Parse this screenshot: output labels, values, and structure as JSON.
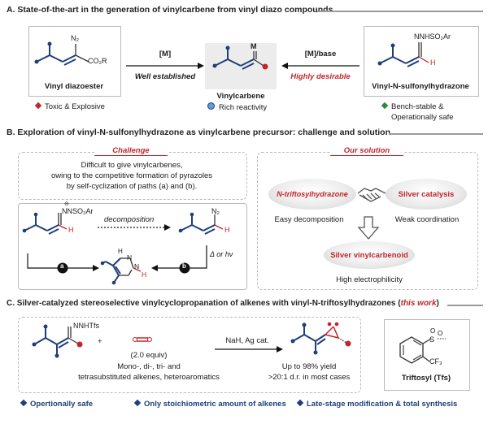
{
  "colors": {
    "navy": "#1f3f7a",
    "red": "#c0262c",
    "green": "#2e8b3e",
    "lightblue": "#5aa0d8",
    "grey": "#9a9a9a"
  },
  "sectionA": {
    "title": "A. State-of-the-art in the generation of vinylcarbene from vinyl diazo compounds",
    "diazoester_label": "Vinyl diazoester",
    "diazoester_group_n2": "N₂",
    "diazoester_group_ester": "CO₂R",
    "arrow_left_top": "[M]",
    "arrow_left_bottom": "Well established",
    "carbene_metal": "M",
    "carbene_label": "Vinylcarbene",
    "arrow_right_top": "[M]/base",
    "arrow_right_bottom": "Highly desirable",
    "hydrazone_group": "NNHSO₂Ar",
    "hydrazone_h": "H",
    "hydrazone_label": "Vinyl-N-sulfonylhydrazone",
    "bullet_left": "Toxic & Explosive",
    "bullet_mid": "Rich reactivity",
    "bullet_right_1": "Bench-stable &",
    "bullet_right_2": "Operationally safe"
  },
  "sectionB": {
    "title": "B. Exploration of vinyl-N-sulfonylhydrazone as vinylcarbene precursor: challenge and solution",
    "challenge_tag": "Challenge",
    "challenge_1": "Difficult to give vinylcarbenes,",
    "challenge_2": "owing to the competitive formation of pyrazoles",
    "challenge_3": "by self-cyclization of paths (a) and (b).",
    "reactant_group": "NNSO₂Ar",
    "reactant_h": "H",
    "reactant_minus": "⊖",
    "decomposition": "decomposition",
    "diazo_n2": "N₂",
    "diazo_h": "H",
    "path_a": "a",
    "path_b": "b",
    "condition": "Δ or hν",
    "pyrazole_nh": "H",
    "pyrazole_n_top": "N",
    "pyrazole_n": "N",
    "pyrazole_h": "H",
    "solution_tag": "Our solution",
    "sol_left": "N-triftosylhydrazone",
    "sol_right": "Silver catalysis",
    "sol_left_sub": "Easy decomposition",
    "sol_right_sub": "Weak coordination",
    "sol_bottom": "Silver vinylcarbenoid",
    "sol_bottom_sub": "High electrophilicity"
  },
  "sectionC": {
    "title_main": "C. Silver-catalyzed stereoselective vinylcyclopropanation of alkenes with vinyl-N-triftosylhydrazones (",
    "title_italic": "this work",
    "title_end": ")",
    "reagent_group": "NNHTfs",
    "plus": "+",
    "equiv": "(2.0 equiv)",
    "alkene_1": "Mono-, di-, tri- and",
    "alkene_2": "tetrasubstituted alkenes, heteroaromatics",
    "arrow_top": "NaH, Ag cat.",
    "yield_1": "Up to 98% yield",
    "yield_2": ">20:1 d.r. in most cases",
    "tfs_cf3": "CF₃",
    "tfs_label": "Triftosyl (Tfs)",
    "bullet_1": "Opertionally safe",
    "bullet_2": "Only stoichiometric amount of alkenes",
    "bullet_3": "Late-stage modification & total synthesis"
  }
}
